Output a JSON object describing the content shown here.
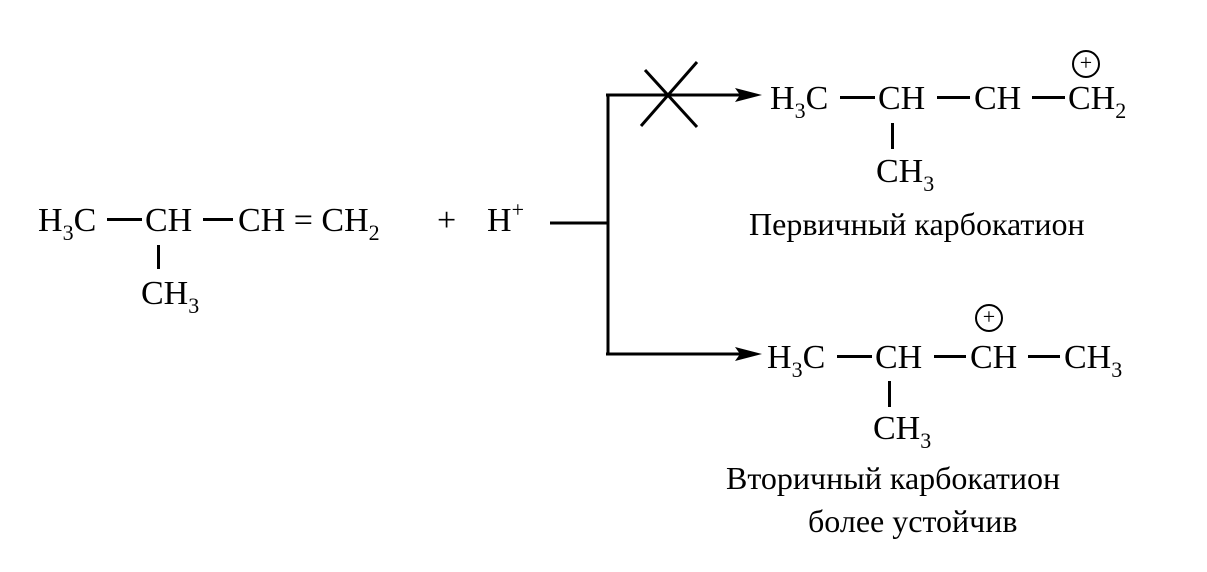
{
  "reactant": {
    "h3c": {
      "main": "H",
      "sub": "3",
      "tail": "C"
    },
    "ch": "CH",
    "ch_double": "CH = CH",
    "ch2_sub": "2",
    "ch3": {
      "main": "CH",
      "sub": "3"
    },
    "plus": "+",
    "proton": {
      "main": "H",
      "sup": "+"
    }
  },
  "primary": {
    "h3c": {
      "main": "H",
      "sub": "3",
      "tail": "C"
    },
    "ch_a": "CH",
    "ch_b": "CH",
    "ch2": {
      "main": "CH",
      "sub": "2"
    },
    "branch_ch3": {
      "main": "CH",
      "sub": "3"
    },
    "charge": "+",
    "caption": "Первичный карбокатион"
  },
  "secondary": {
    "h3c": {
      "main": "H",
      "sub": "3",
      "tail": "C"
    },
    "ch_a": "CH",
    "ch_b": "CH",
    "ch3_end": {
      "main": "CH",
      "sub": "3"
    },
    "branch_ch3": {
      "main": "CH",
      "sub": "3"
    },
    "charge": "+",
    "caption_line1": "Вторичный карбокатион",
    "caption_line2": "более устойчив"
  },
  "colors": {
    "ink": "#000000",
    "background": "#ffffff"
  },
  "icons": {
    "blocked_path": "cross-mark-icon",
    "arrowheads": "arrowhead-icon"
  }
}
